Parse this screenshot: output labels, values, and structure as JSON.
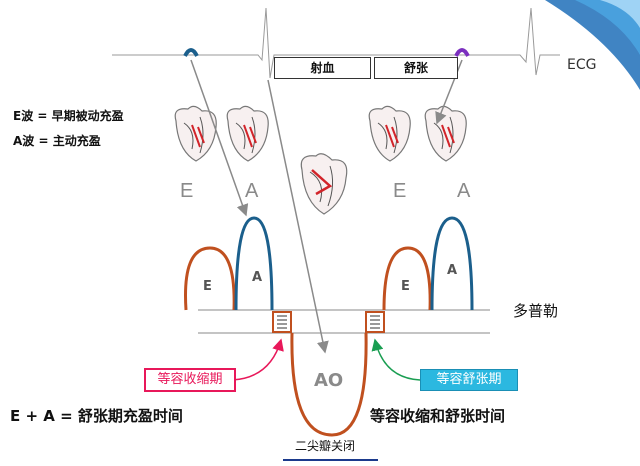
{
  "ecg": {
    "label": "ECG"
  },
  "phases": {
    "ejection": "射血",
    "relaxation": "舒张"
  },
  "legend": {
    "e_wave": "E波 = 早期被动充盈",
    "a_wave": "A波 = 主动充盈"
  },
  "heart_labels": [
    "E",
    "A",
    "E",
    "A"
  ],
  "waves": {
    "e_label": "E",
    "a_label": "A",
    "ao_label": "AO"
  },
  "doppler_label": "多普勒",
  "isovolumic_contraction": "等容收缩期",
  "isovolumic_relaxation": "等容舒张期",
  "formula": "E + A = 舒张期充盈时间",
  "isovolumic_times": "等容收缩和舒张时间",
  "mitral_valve_closure": "二尖瓣关闭",
  "colors": {
    "e_wave": "#c0501f",
    "a_wave": "#1b5f8c",
    "contraction_tag": "#e8185a",
    "relaxation_tag": "#2bb8e0",
    "background_deco": "#1e6fb8"
  }
}
